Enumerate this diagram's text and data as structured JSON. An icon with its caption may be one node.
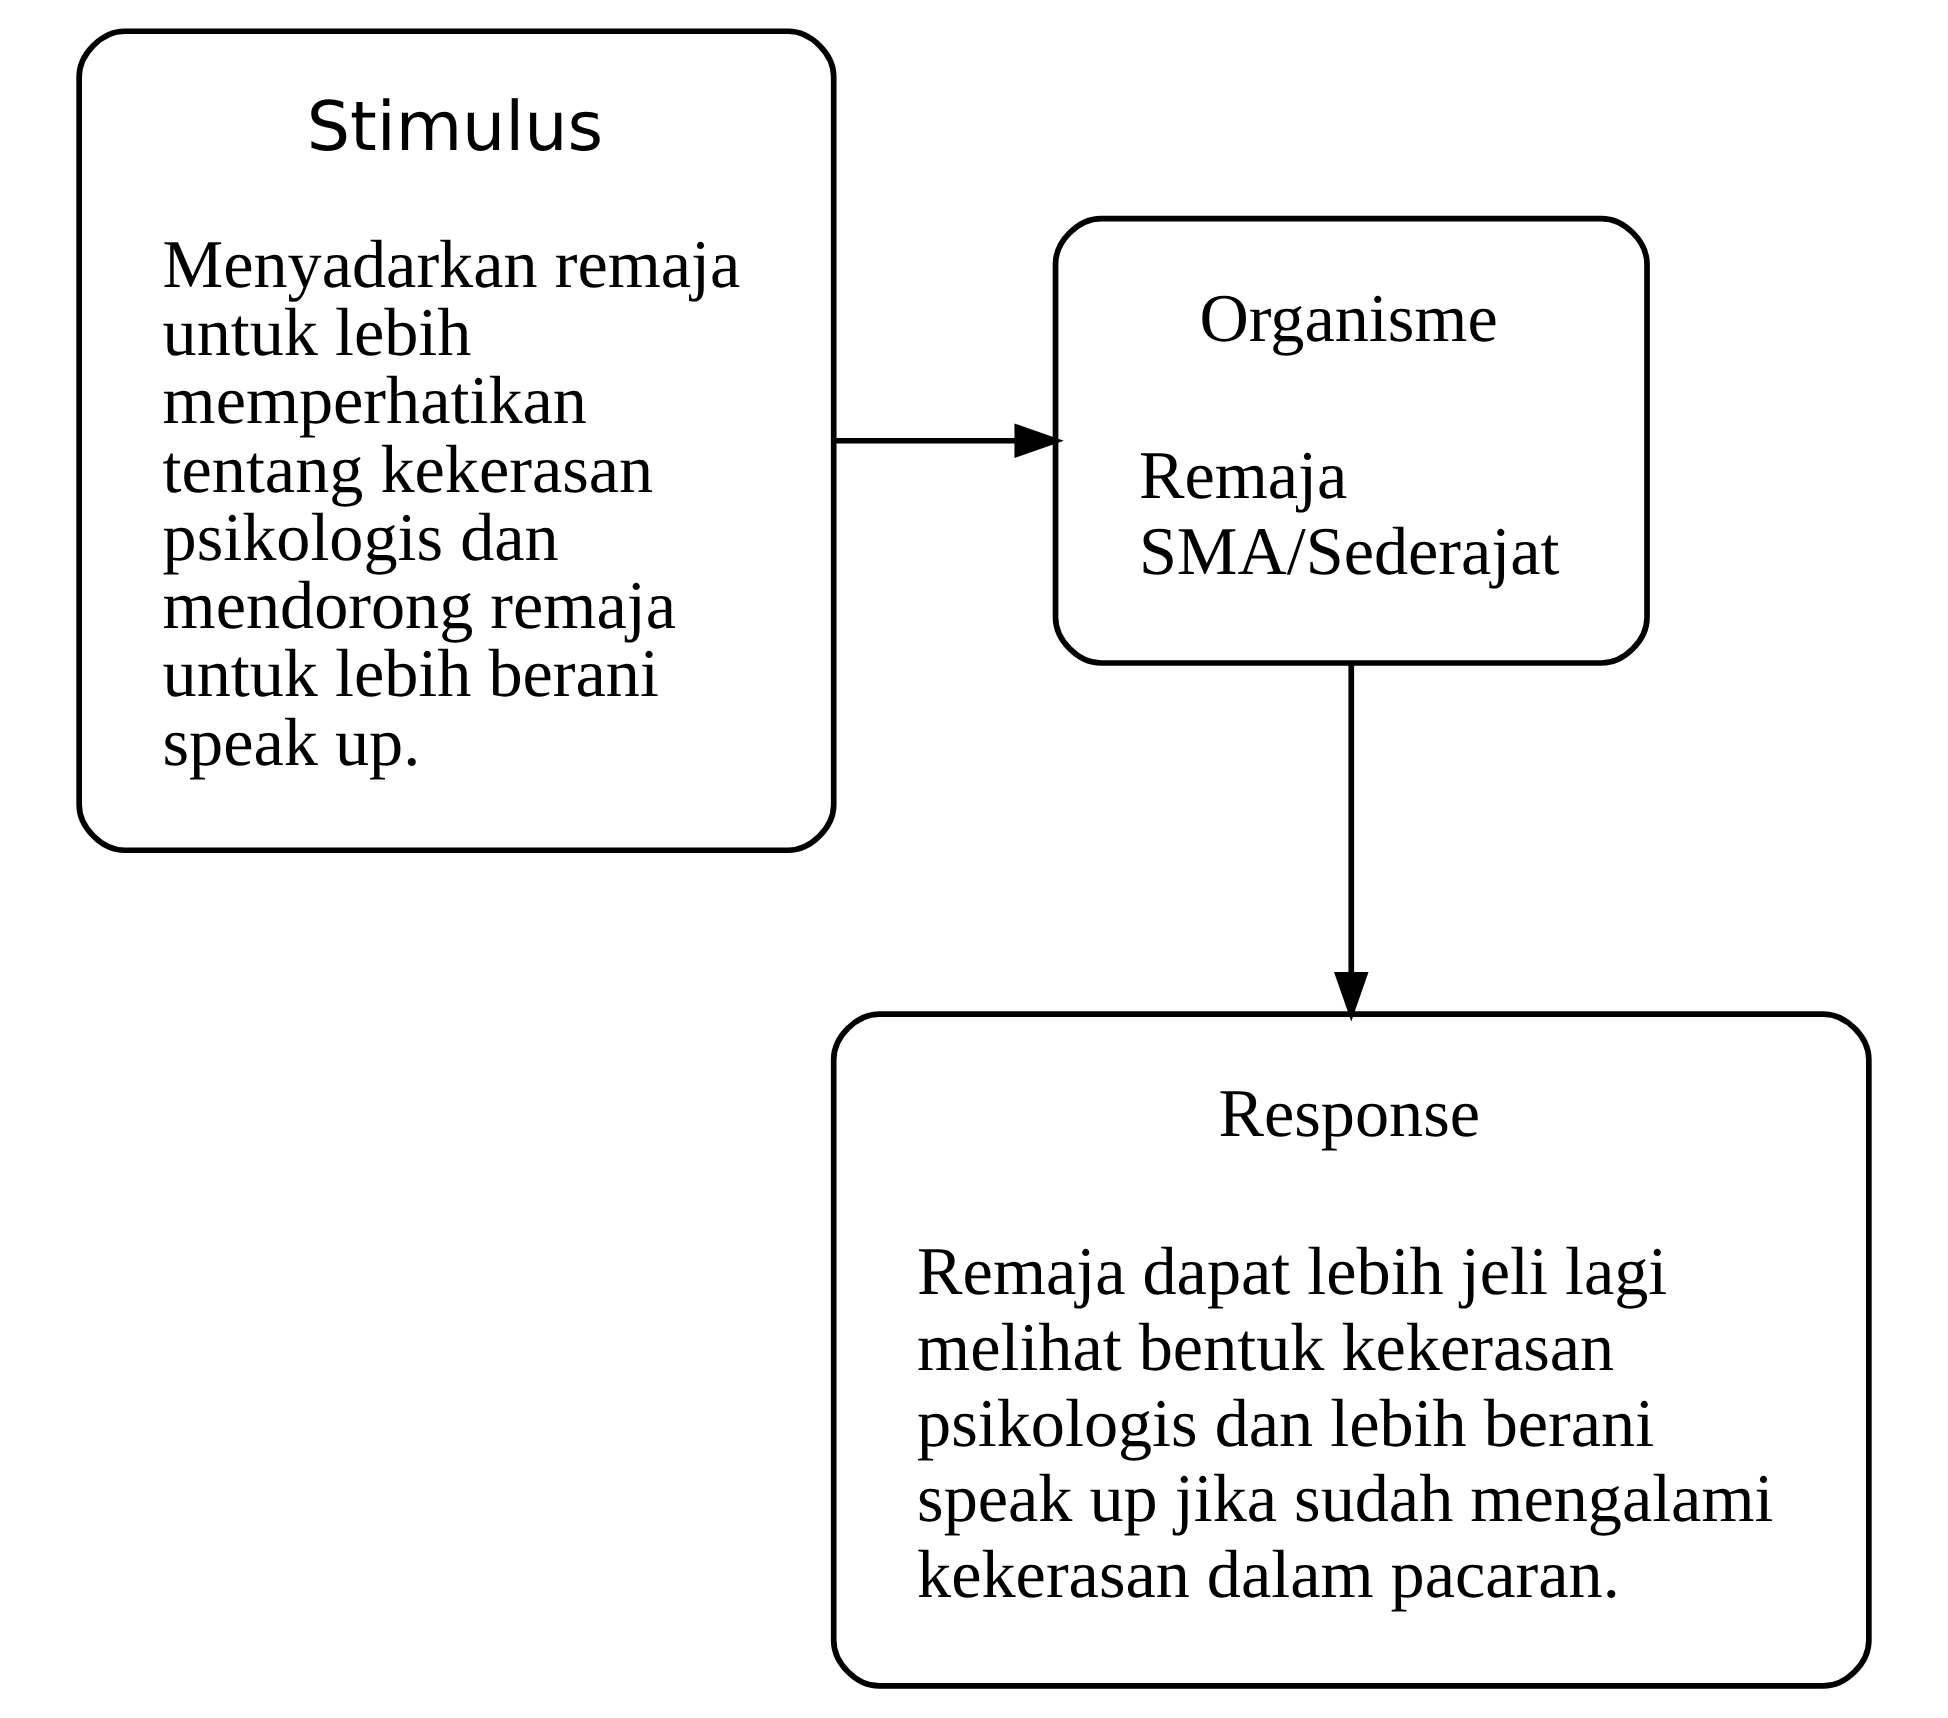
{
  "diagram": {
    "nodes": [
      {
        "text": [
          "Stimulus",
          "Menyadarkan remaja untuk lebih memperhatikan tentang kekerasan psikologis dan mendorong remaja untuk lebih berani speak up."
        ]
      },
      {
        "text": [
          "Organisme",
          "Remaja SMA/Sederajat"
        ]
      },
      {
        "text": [
          "Response",
          "Remaja dapat lebih jeli lagi melihat bentuk kekerasan psikologis dan lebih berani speak up jika sudah mengalami kekerasan dalam pacaran."
        ]
      }
    ],
    "edges": [
      {
        "from": 0,
        "to": 1,
        "arrow": "to"
      },
      {
        "from": 1,
        "to": 2,
        "arrow": "to"
      }
    ]
  }
}
